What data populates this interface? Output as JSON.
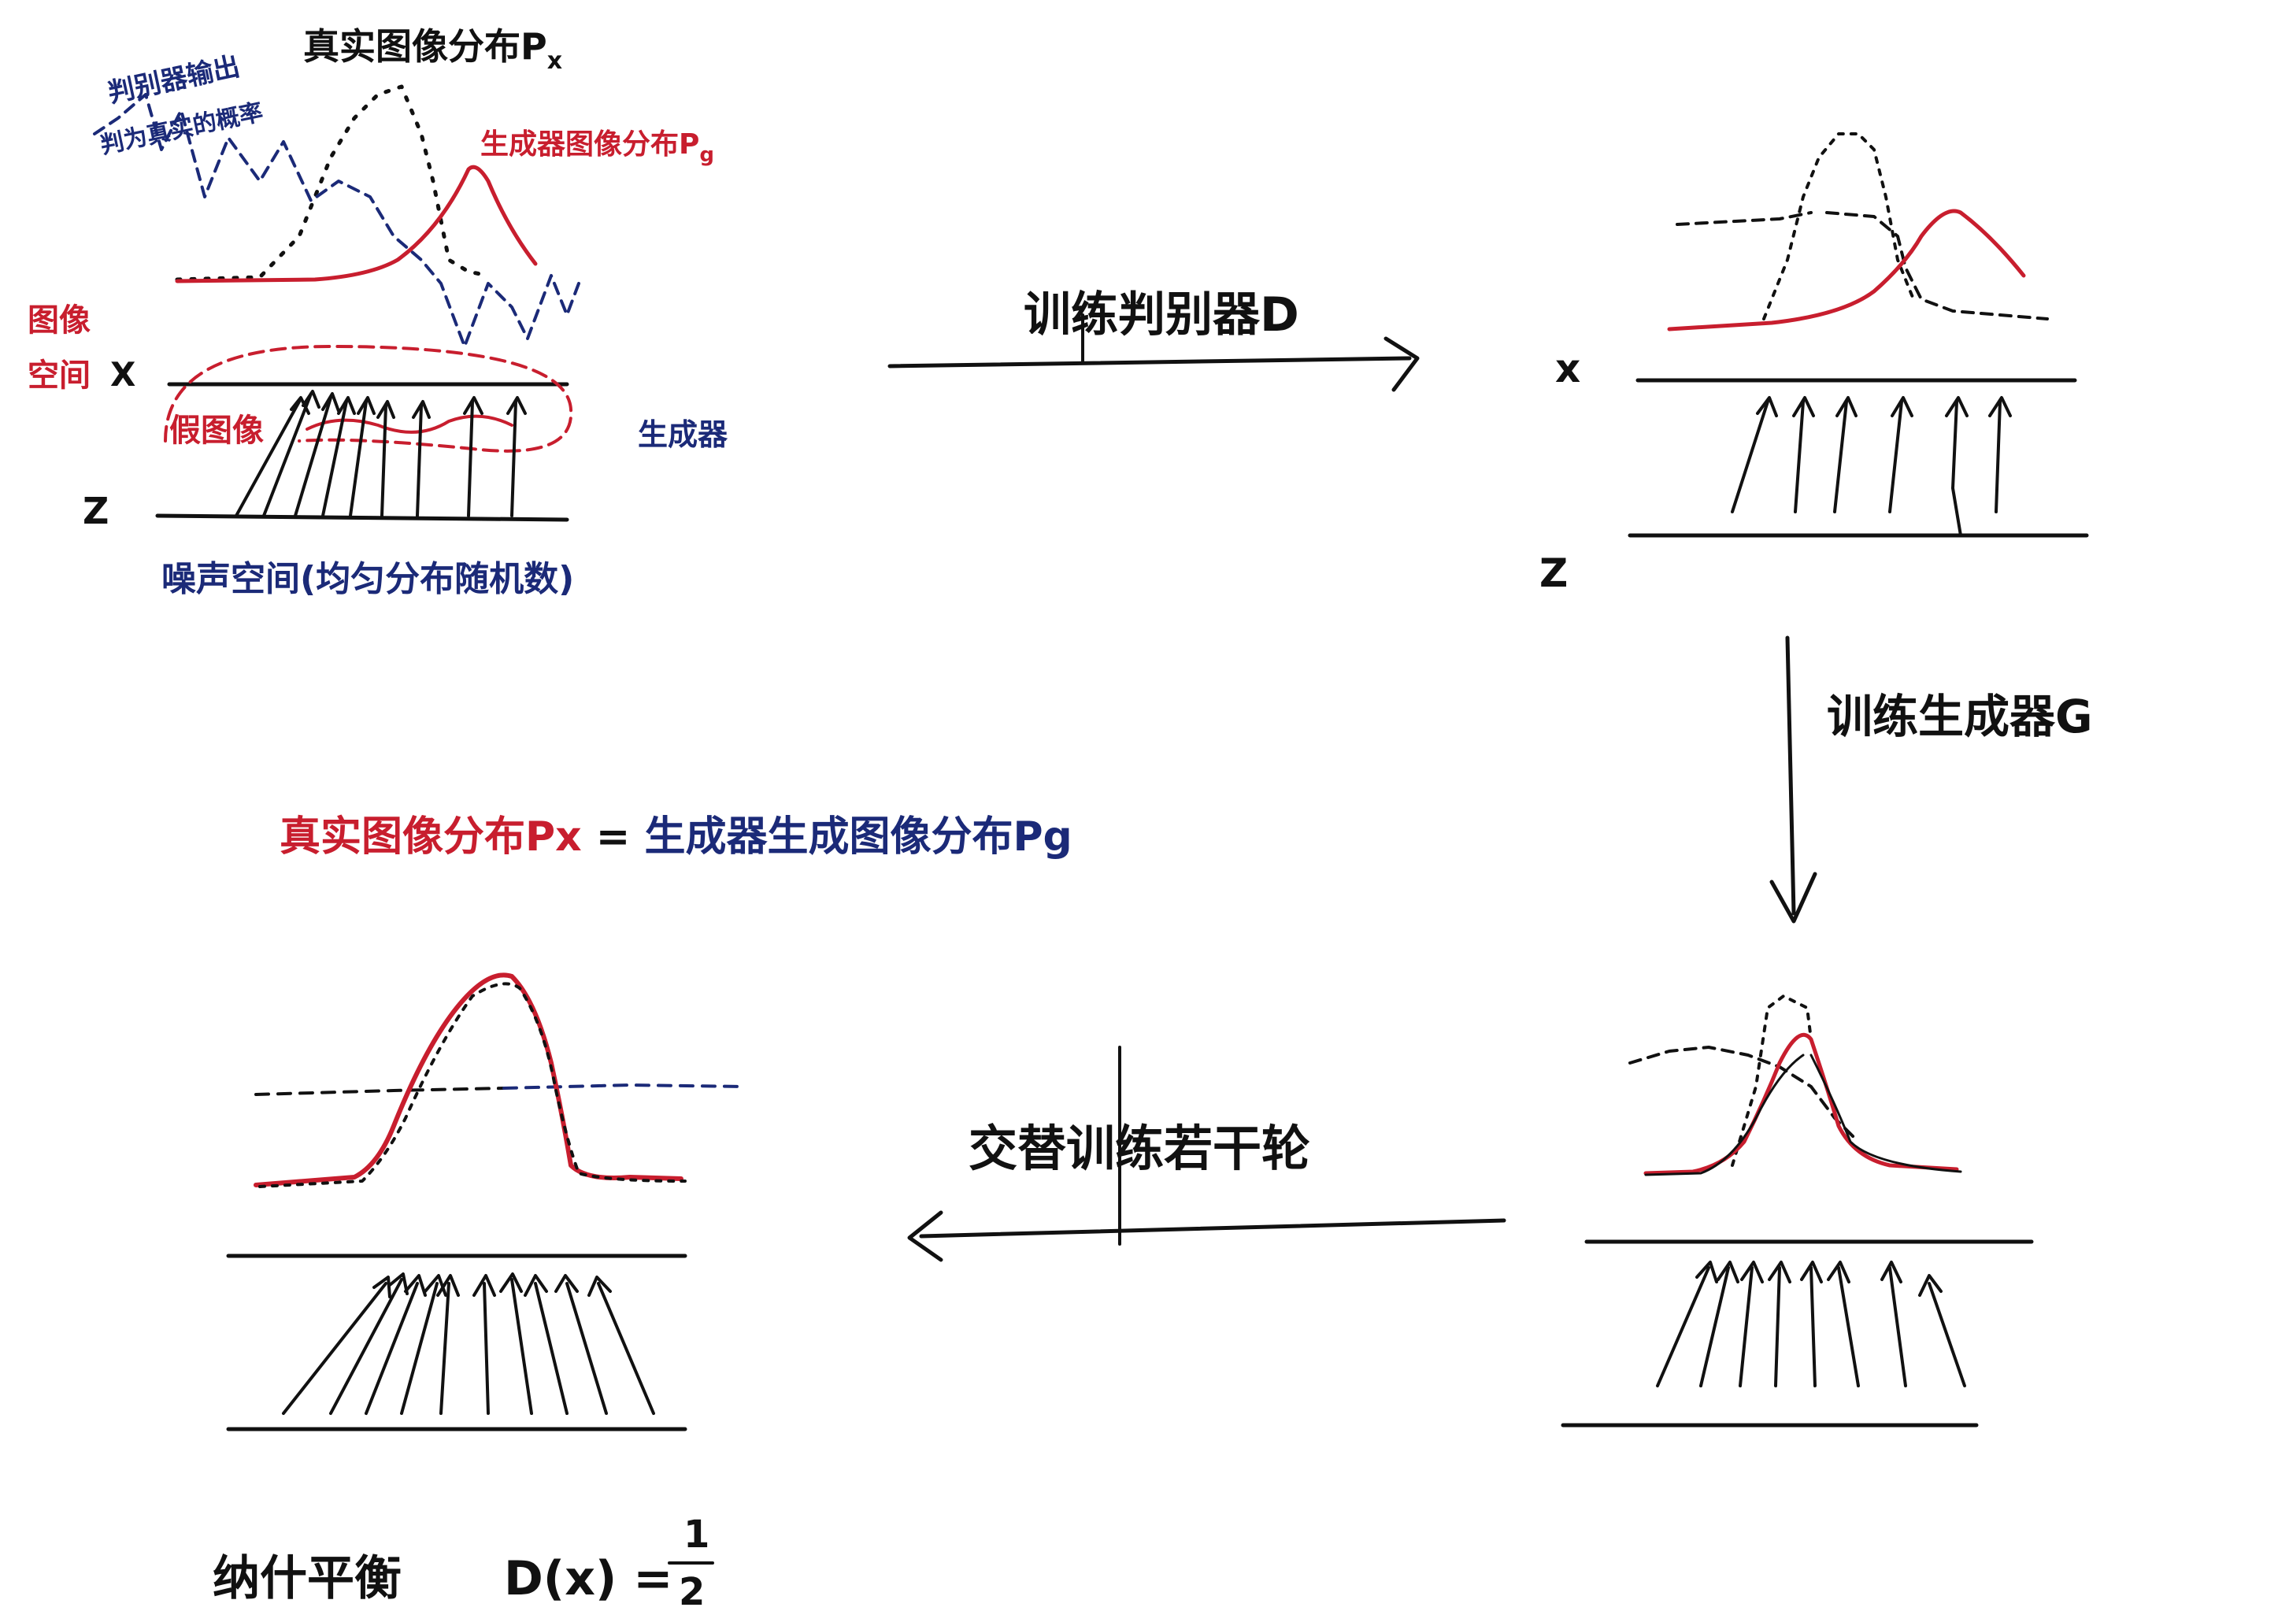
{
  "labels": {
    "real_dist": "真实图像分布P",
    "real_dist_sub": "x",
    "disc_output": "判别器输出",
    "disc_output_2": "判为真实的概率",
    "gen_dist": "生成器图像分布P",
    "gen_dist_sub": "g",
    "image_space_1": "图像",
    "image_space_2": "空间",
    "x_axis": "X",
    "fake_image": "假图像",
    "generator": "生成器",
    "z_axis": "Z",
    "noise_space": "噪声空间(均匀分布随机数)",
    "step1": "训练判别器D",
    "step2": "训练生成器G",
    "step3": "交替训练若干轮",
    "panel2_x": "x",
    "panel2_z": "Z",
    "eq_left": "真实图像分布Px",
    "eq_mid": " = ",
    "eq_right": "生成器生成图像分布Pg",
    "nash_label": "纳什平衡",
    "nash_expr": "D(x) =",
    "nash_num": "1",
    "nash_den": "2"
  },
  "colors": {
    "black": "#111111",
    "red": "#c81e2e",
    "blue": "#1b2a78"
  }
}
